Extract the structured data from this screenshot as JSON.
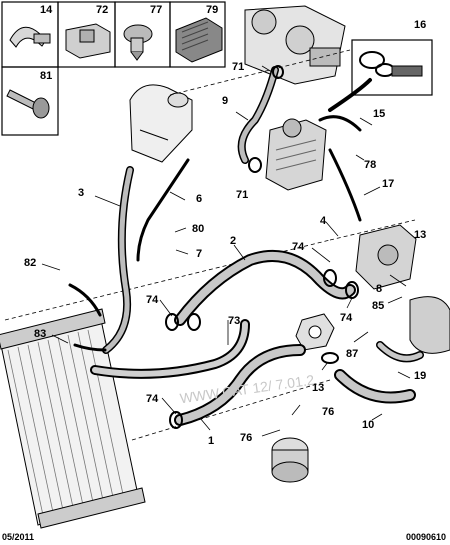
{
  "diagram": {
    "type": "exploded parts diagram",
    "subject": "engine cooling hoses and radiator",
    "callouts": {
      "p14": "14",
      "p72": "72",
      "p77": "77",
      "p79": "79",
      "p81": "81",
      "p16": "16",
      "p71a": "71",
      "p71b": "71",
      "p9": "9",
      "p15": "15",
      "p78": "78",
      "p17": "17",
      "p3": "3",
      "p6": "6",
      "p80": "80",
      "p7": "7",
      "p2": "2",
      "p4": "4",
      "p74a": "74",
      "p13a": "13",
      "p82": "82",
      "p8": "8",
      "p85": "85",
      "p74b": "74",
      "p74c": "74",
      "p73": "73",
      "p83": "83",
      "p87": "87",
      "p19": "19",
      "p13b": "13",
      "p74d": "74",
      "p1": "1",
      "p76a": "76",
      "p76b": "76",
      "p10": "10"
    },
    "watermark": "WWW.CAT  12/  7.01.2"
  },
  "footer": {
    "date": "05/2011",
    "doc_number": "00090610"
  }
}
